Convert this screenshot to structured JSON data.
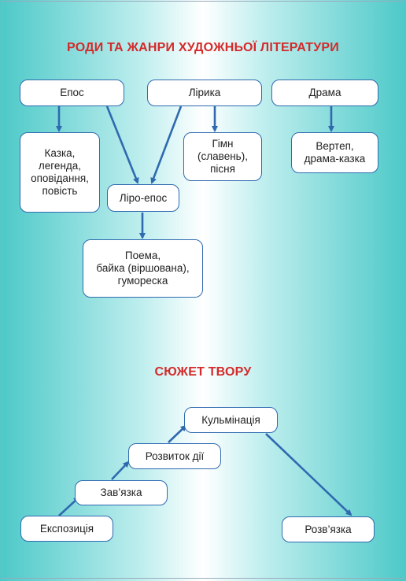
{
  "genres": {
    "title": "РОДИ ТА ЖАНРИ ХУДОЖНЬОЇ ЛІТЕРАТУРИ",
    "epos": "Епос",
    "lyrics": "Лірика",
    "drama": "Драма",
    "epos_genres": "Казка,\nлегенда,\nоповідання,\nповість",
    "lyric_genres": "Гімн\n(славень),\nпісня",
    "drama_genres": "Вертеп,\nдрама-казка",
    "lyro_epos": "Ліро-епос",
    "lyro_epos_genres": "Поема,\nбайка (віршована),\nгумореска"
  },
  "plot": {
    "title": "СЮЖЕТ ТВОРУ",
    "exposition": "Експозиція",
    "complication": "Зав’язка",
    "development": "Розвиток дії",
    "climax": "Кульмінація",
    "resolution": "Розв’язка"
  },
  "colors": {
    "heading": "#d42a2a",
    "box_border": "#2f6ab0",
    "arrow": "#2f6ab0"
  }
}
